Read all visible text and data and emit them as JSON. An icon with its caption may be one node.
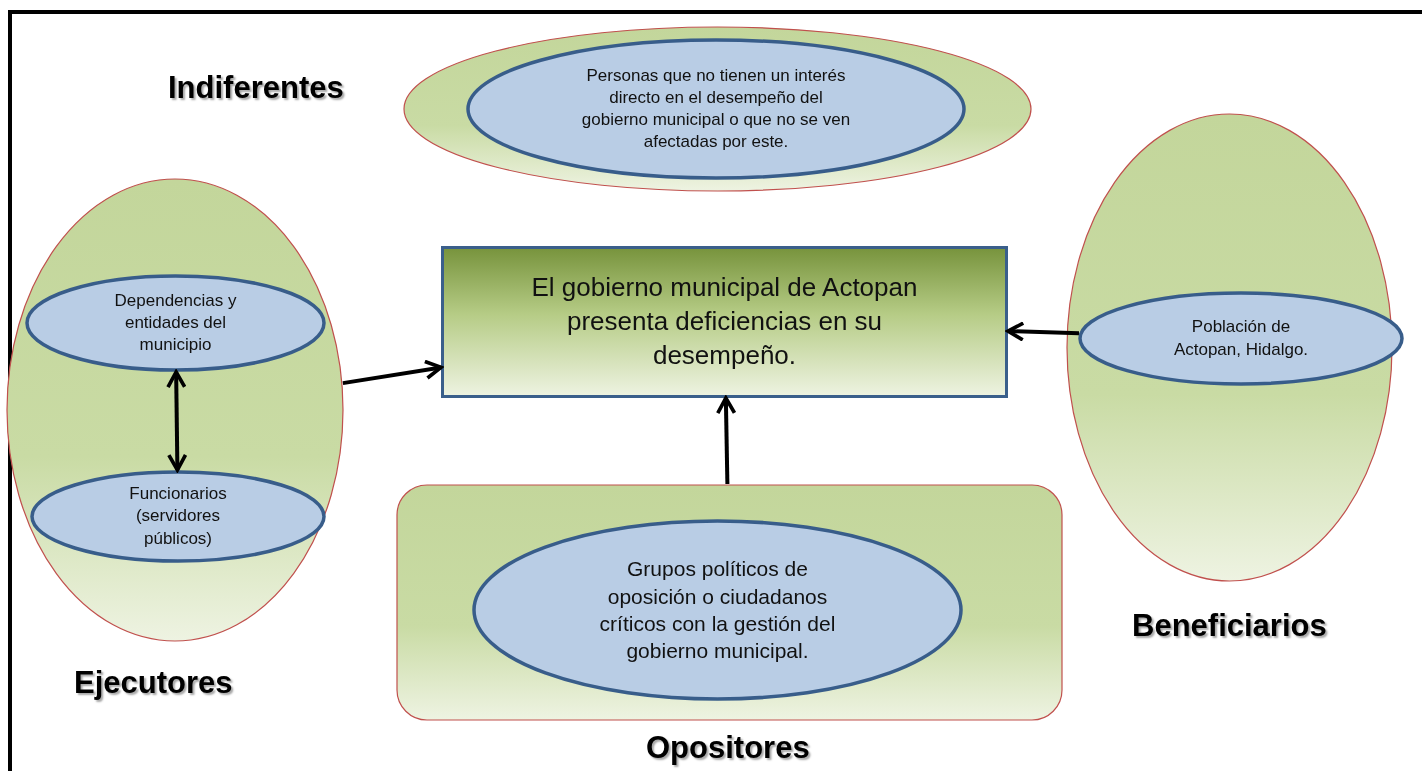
{
  "diagram": {
    "nodes": [
      {
        "text": [
          "Indiferentes"
        ]
      },
      {
        "text": [
          "Personas que no tienen un interés directo en el desempeño del gobierno municipal o que no se ven afectadas por este."
        ],
        "in": 0
      },
      {
        "text": [
          "Ejecutores"
        ]
      },
      {
        "text": [
          "Dependencias y entidades del municipio"
        ],
        "in": 2
      },
      {
        "text": [
          "Funcionarios (servidores públicos)"
        ],
        "in": 2
      },
      {
        "text": [
          "El gobierno municipal de Actopan presenta deficiencias en su desempeño."
        ]
      },
      {
        "text": [
          "Beneficiarios"
        ]
      },
      {
        "text": [
          "Población de Actopan, Hidalgo."
        ],
        "in": 6
      },
      {
        "text": [
          "Opositores"
        ]
      },
      {
        "text": [
          "Grupos políticos de oposición o ciudadanos críticos con la gestión del gobierno municipal."
        ],
        "in": 8
      }
    ],
    "edges": [
      {
        "from": 2,
        "to": 5,
        "arrow": "to"
      },
      {
        "from": 7,
        "to": 5,
        "arrow": "to"
      },
      {
        "from": 8,
        "to": 5,
        "arrow": "to"
      },
      {
        "from": 3,
        "to": 4,
        "arrow": "both"
      }
    ]
  }
}
